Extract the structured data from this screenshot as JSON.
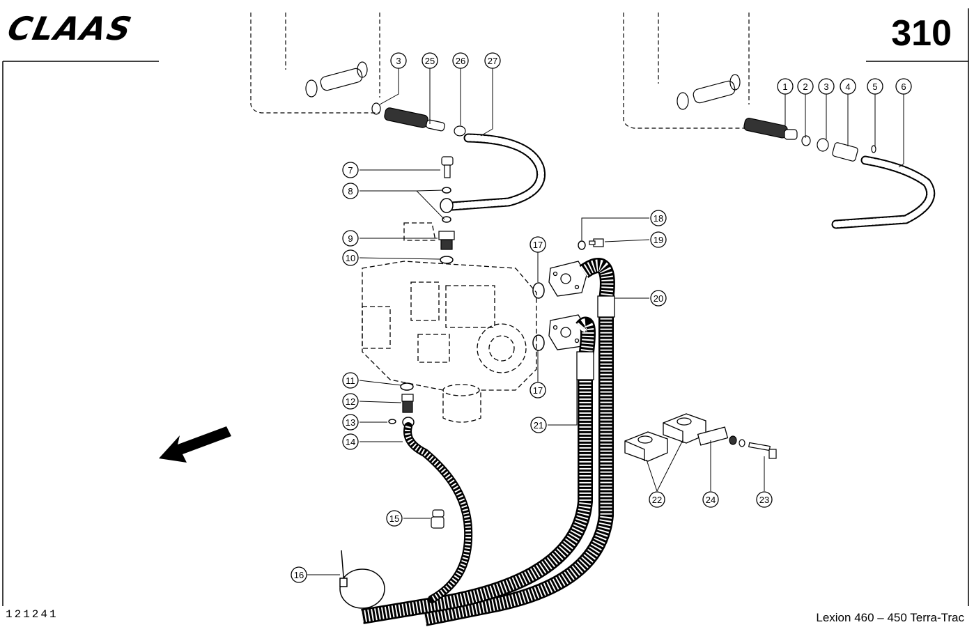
{
  "header": {
    "brand": "CLAAS",
    "page_number": "310"
  },
  "footer": {
    "drawing_number": "121241",
    "model": "Lexion 460 – 450 Terra-Trac"
  },
  "callouts": [
    "1",
    "2",
    "3",
    "4",
    "5",
    "6",
    "7",
    "8",
    "9",
    "10",
    "11",
    "12",
    "13",
    "14",
    "15",
    "16",
    "17",
    "18",
    "19",
    "20",
    "21",
    "22",
    "23",
    "24",
    "25",
    "26",
    "27"
  ],
  "icons": [
    "direction-arrow-icon"
  ]
}
